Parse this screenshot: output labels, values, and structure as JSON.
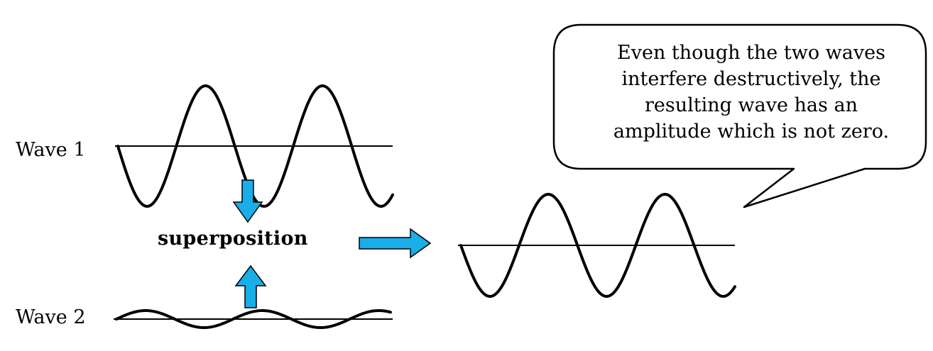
{
  "labels": {
    "wave1": "Wave 1",
    "wave2": "Wave 2",
    "superposition": "superposition"
  },
  "callout": {
    "lines": [
      "Even though the two waves",
      "interfere destructively, the",
      "resulting wave has an",
      "amplitude which is not zero."
    ]
  },
  "colors": {
    "arrow_fill": "#19aee8",
    "arrow_stroke": "#000000",
    "line": "#000000",
    "background": "#ffffff"
  }
}
